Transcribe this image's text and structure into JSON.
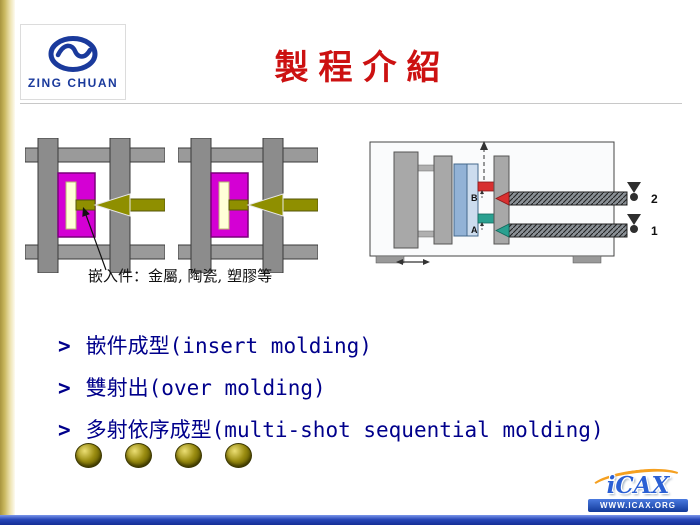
{
  "slide": {
    "logo": {
      "company": "ZING CHUAN"
    },
    "title": "製程介紹",
    "diagram_caption": "嵌入件：金屬, 陶瓷, 塑膠等",
    "bullets": [
      {
        "marker": ">",
        "text": "嵌件成型(insert molding)"
      },
      {
        "marker": ">",
        "text": "雙射出(over molding)"
      },
      {
        "marker": ">",
        "text": "多射依序成型(multi-shot sequential molding)"
      }
    ],
    "machine": {
      "barrel_top_label": "2",
      "barrel_bottom_label": "1",
      "point_b_label": "B",
      "point_a_label": "A"
    },
    "nav_button_count": 4,
    "footer": {
      "brand": "iCAX",
      "url": "WWW.ICAX.ORG"
    },
    "colors": {
      "title_red": "#cc1111",
      "bullet_navy": "#00008b",
      "mold_magenta": "#d400d4",
      "nozzle_olive": "#8f8f00",
      "orb_gold": "#9a8c10",
      "strip_gold": "#c9b75e",
      "bar_blue": "#2747b8",
      "logo_blue": "#1a3a9c",
      "gate_red": "#d83030",
      "gate_teal": "#2aa090"
    }
  }
}
